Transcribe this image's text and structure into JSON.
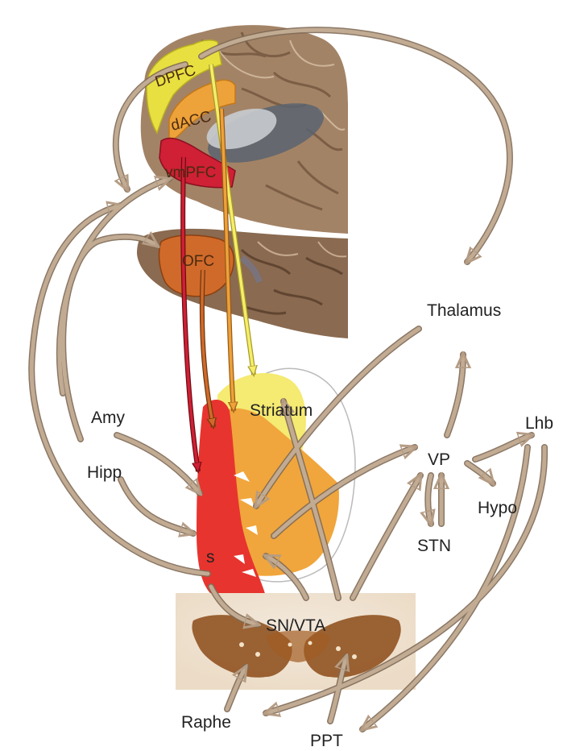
{
  "regions": {
    "dpfc": "DPFC",
    "dacc": "dACC",
    "vmpfc": "vmPFC",
    "ofc": "OFC",
    "striatum": "Striatum",
    "s": "s",
    "sn_vta": "SN/VTA",
    "thalamus": "Thalamus",
    "vp": "VP",
    "lhb": "Lhb",
    "hypo": "Hypo",
    "stn": "STN",
    "amy": "Amy",
    "hipp": "Hipp",
    "raphe": "Raphe",
    "ppt": "PPT"
  },
  "colors": {
    "arrow": "#c2ab93",
    "dpfc": "#e8e040",
    "dacc": "#eda23a",
    "vmpfc": "#cf2035",
    "ofc": "#d06a2a",
    "cortex": "#a38366",
    "striatum_light": "#f5ea72",
    "striatum_mid": "#f0a63c",
    "striatum_dark": "#e8342e"
  }
}
